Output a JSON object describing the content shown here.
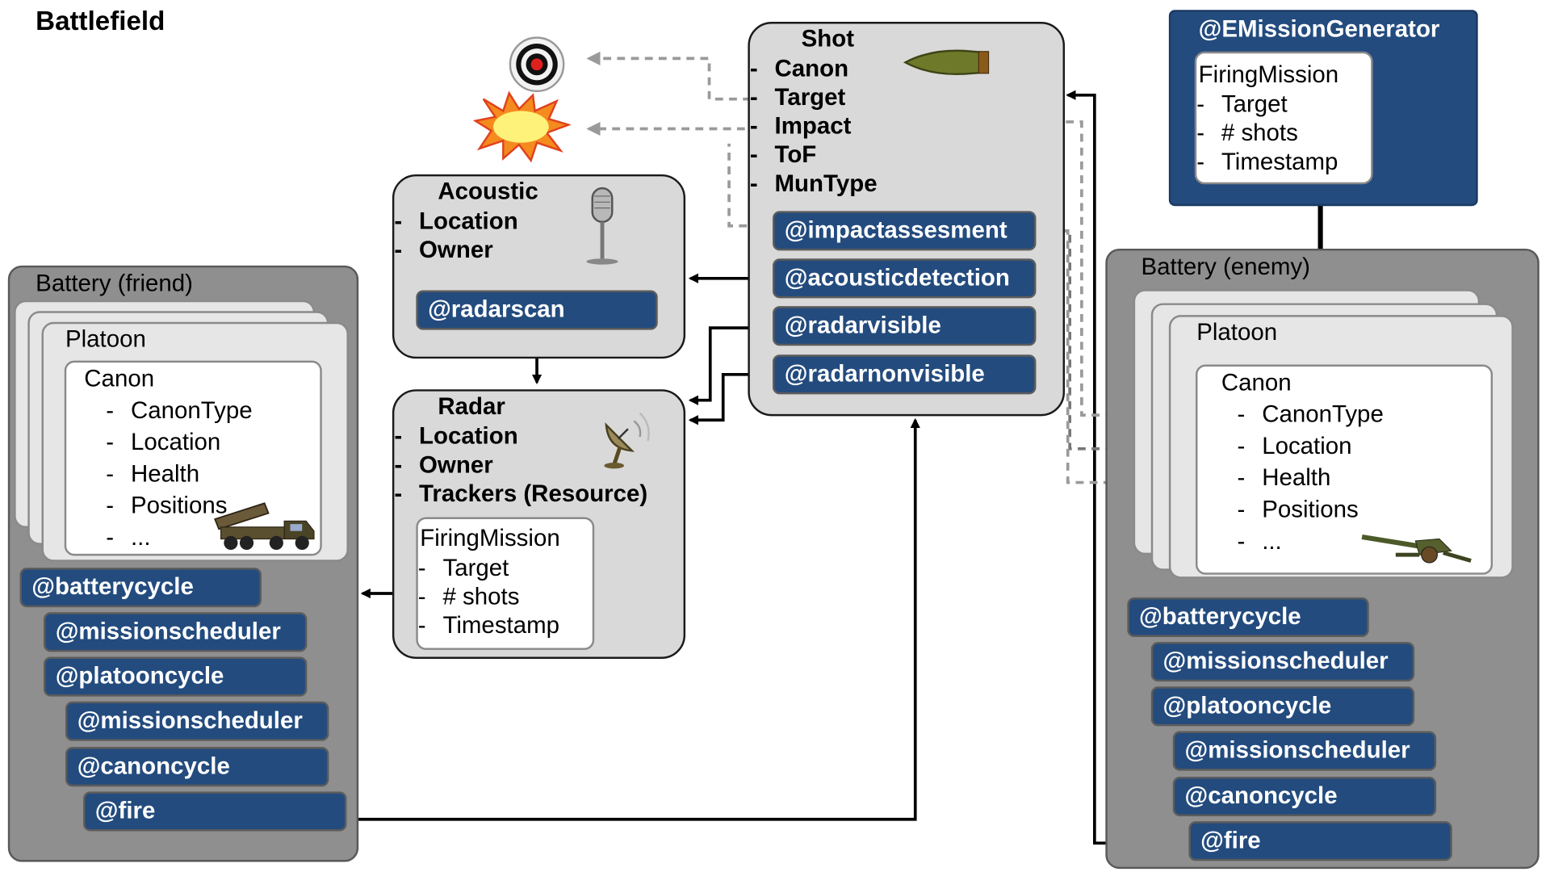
{
  "title": "Battlefield",
  "shot": {
    "title": "Shot",
    "fields": [
      "Canon",
      "Target",
      "Impact",
      "ToF",
      "MunType"
    ],
    "events": [
      "@impactassesment",
      "@acousticdetection",
      "@radarvisible",
      "@radarnonvisible"
    ]
  },
  "acoustic": {
    "title": "Acoustic",
    "fields": [
      "Location",
      "Owner"
    ],
    "event": "@radarscan"
  },
  "radar": {
    "title": "Radar",
    "fields": [
      "Location",
      "Owner",
      "Trackers (Resource)"
    ],
    "firing_mission": {
      "title": "FiringMission",
      "fields": [
        "Target",
        "# shots",
        "Timestamp"
      ]
    }
  },
  "generator": {
    "title": "@EMissionGenerator",
    "firing_mission": {
      "title": "FiringMission",
      "fields": [
        "Target",
        "# shots",
        "Timestamp"
      ]
    }
  },
  "battery_friend": {
    "title": "Battery (friend)",
    "platoon_title": "Platoon",
    "canon_title": "Canon",
    "canon_fields": [
      "CanonType",
      "Location",
      "Health",
      "Positions",
      "..."
    ],
    "events": [
      "@batterycycle",
      "@missionscheduler",
      "@platooncycle",
      "@missionscheduler",
      "@canoncycle",
      "@fire"
    ]
  },
  "battery_enemy": {
    "title": "Battery (enemy)",
    "platoon_title": "Platoon",
    "canon_title": "Canon",
    "canon_fields": [
      "CanonType",
      "Location",
      "Health",
      "Positions",
      "..."
    ],
    "events": [
      "@batterycycle",
      "@missionscheduler",
      "@platooncycle",
      "@missionscheduler",
      "@canoncycle",
      "@fire"
    ]
  },
  "icons": [
    "target-icon",
    "explosion-icon",
    "shell-icon",
    "microphone-icon",
    "satellite-dish-icon",
    "rocket-launcher-icon",
    "howitzer-icon"
  ]
}
